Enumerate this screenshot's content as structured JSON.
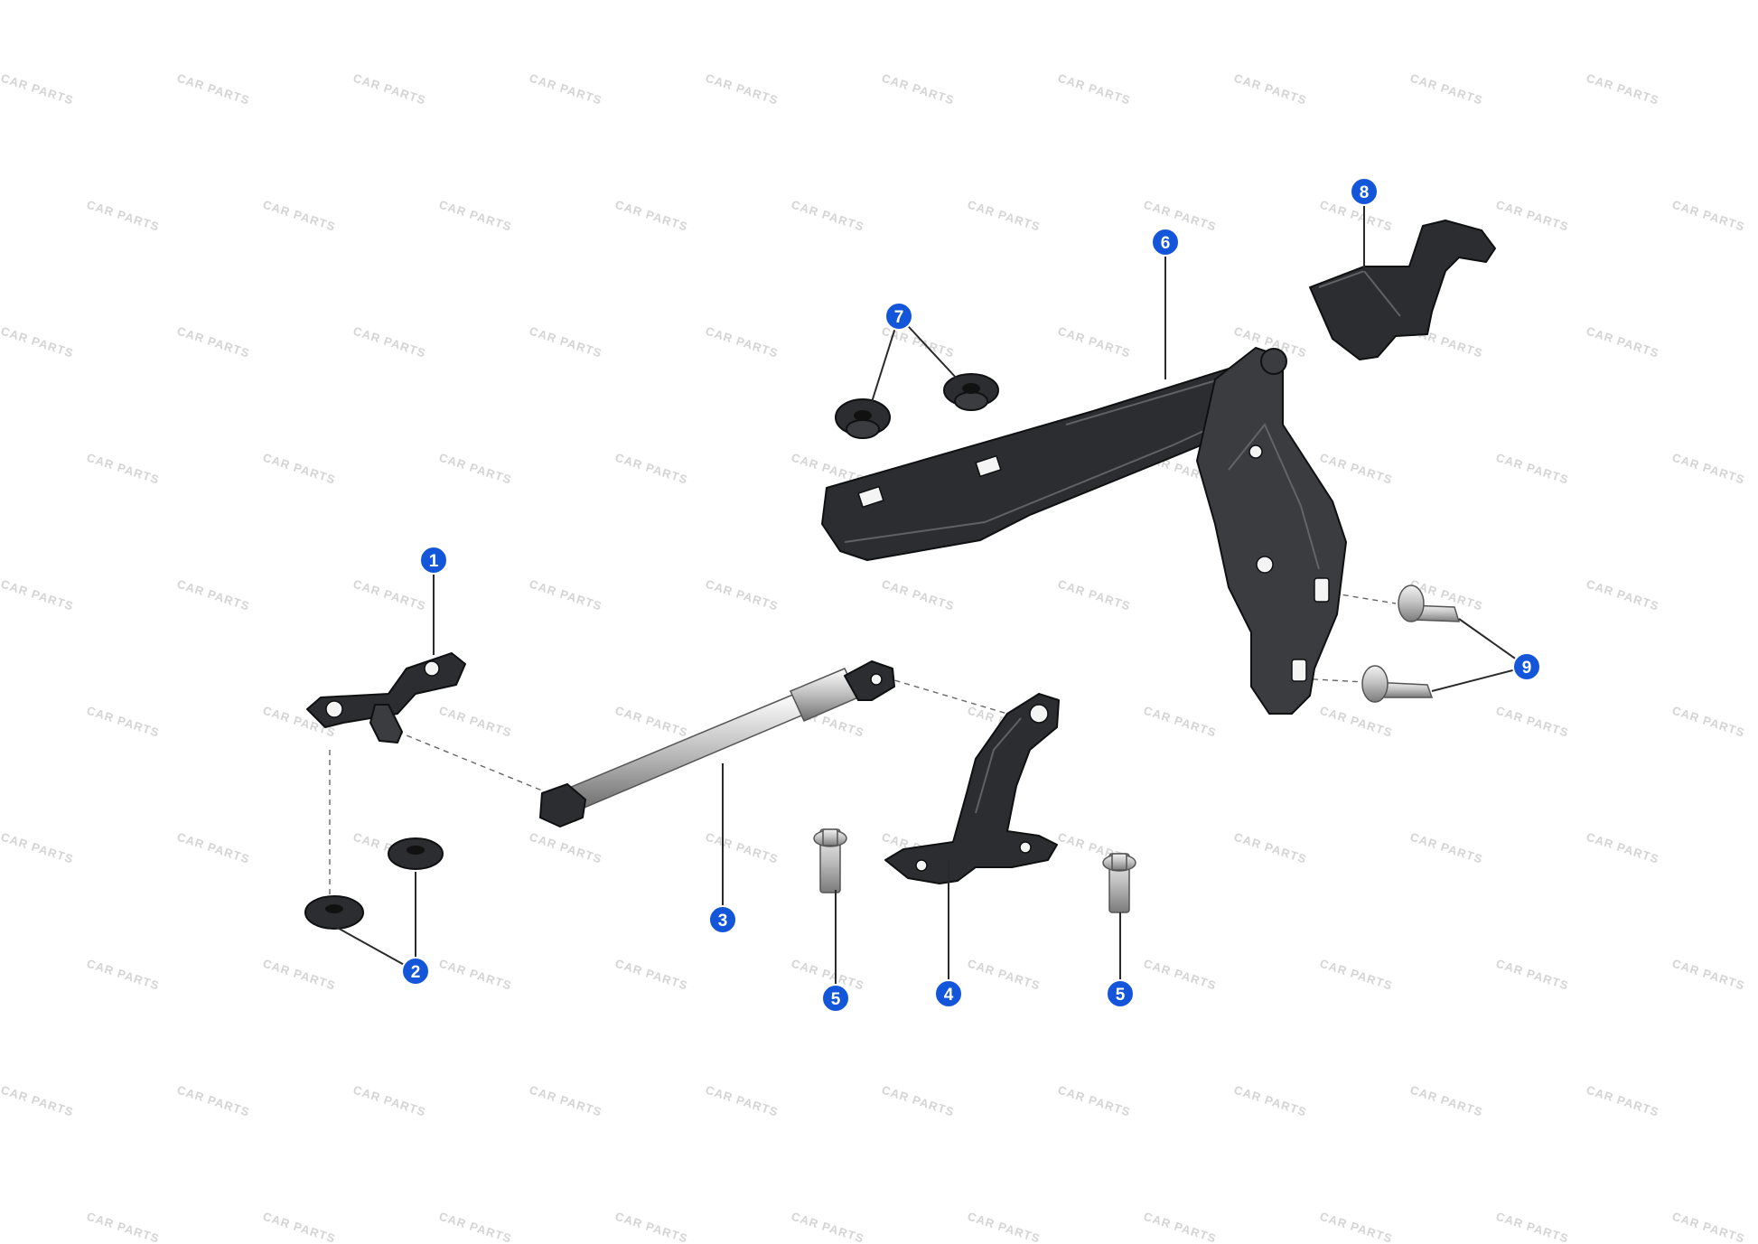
{
  "watermark": {
    "text": "CAR PARTS",
    "color": "#d4d4d4"
  },
  "callouts": {
    "color": "#1456d9",
    "items": [
      {
        "id": "1",
        "label": "1"
      },
      {
        "id": "2",
        "label": "2"
      },
      {
        "id": "3",
        "label": "3"
      },
      {
        "id": "4",
        "label": "4"
      },
      {
        "id": "5a",
        "label": "5"
      },
      {
        "id": "5b",
        "label": "5"
      },
      {
        "id": "6",
        "label": "6"
      },
      {
        "id": "7",
        "label": "7"
      },
      {
        "id": "8",
        "label": "8"
      },
      {
        "id": "9",
        "label": "9"
      }
    ]
  },
  "parts": [
    {
      "id": "1",
      "shape": "mounting-bracket",
      "color": "#2c2d30"
    },
    {
      "id": "2",
      "shape": "washer-pair",
      "color": "#2c2d30"
    },
    {
      "id": "3",
      "shape": "gas-strut",
      "color": "#c9c9c9"
    },
    {
      "id": "4",
      "shape": "strut-bracket",
      "color": "#2c2d30"
    },
    {
      "id": "5",
      "shape": "bolt",
      "color": "#c9c9c9"
    },
    {
      "id": "6",
      "shape": "hinge",
      "color": "#2c2d30"
    },
    {
      "id": "7",
      "shape": "grommet-pair",
      "color": "#2c2d30"
    },
    {
      "id": "8",
      "shape": "hook-bracket",
      "color": "#2c2d30"
    },
    {
      "id": "9",
      "shape": "bolt-pair",
      "color": "#c9c9c9"
    }
  ]
}
